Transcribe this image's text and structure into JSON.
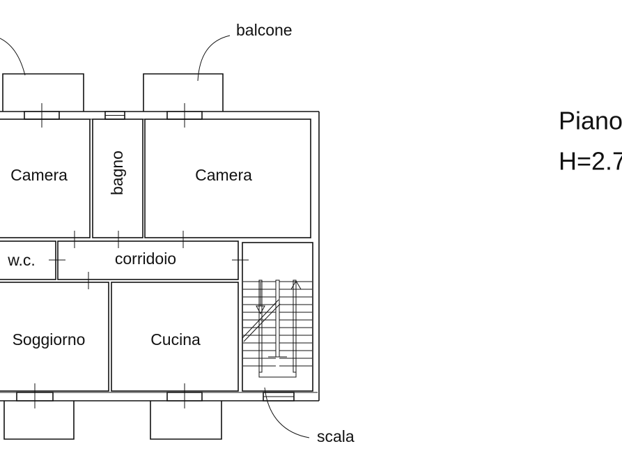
{
  "rooms": {
    "camera_left": "Camera",
    "bagno": "bagno",
    "camera_right": "Camera",
    "wc": "w.c.",
    "corridoio": "corridoio",
    "soggiorno": "Soggiorno",
    "cucina": "Cucina"
  },
  "notes": {
    "balcone": "balcone",
    "scala": "scala"
  },
  "side_text": {
    "line1": "Piano",
    "line2": "H=2.7"
  }
}
